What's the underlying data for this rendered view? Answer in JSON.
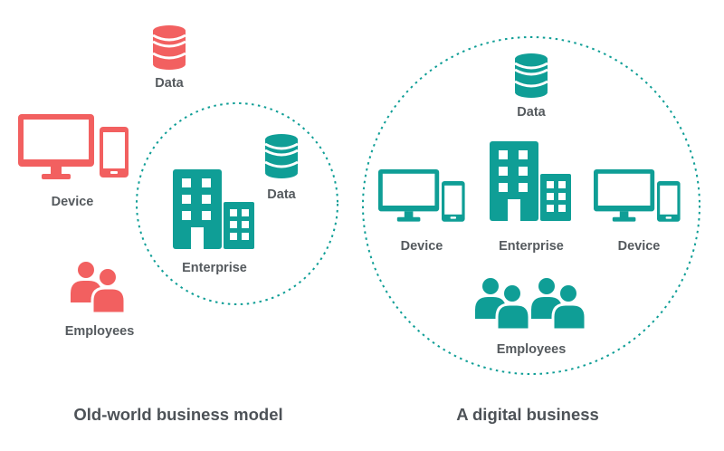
{
  "colors": {
    "old_world": "#f26060",
    "digital": "#0f9e96",
    "label": "#555a5e"
  },
  "old_world": {
    "caption": "Old-world business model",
    "data_label": "Data",
    "device_label": "Device",
    "employees_label": "Employees",
    "enterprise_circle": {
      "data_label": "Data",
      "enterprise_label": "Enterprise"
    }
  },
  "digital": {
    "caption": "A digital business",
    "data_label": "Data",
    "enterprise_label": "Enterprise",
    "device_left_label": "Device",
    "device_right_label": "Device",
    "employees_label": "Employees"
  },
  "icons": [
    "database-icon",
    "monitor-icon",
    "phone-icon",
    "building-icon",
    "people-icon"
  ]
}
